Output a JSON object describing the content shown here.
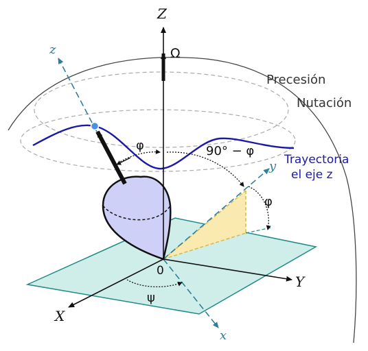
{
  "axes": {
    "Z": "Z",
    "X": "X",
    "Y": "Y",
    "z": "z",
    "x": "x",
    "y": "y"
  },
  "symbols": {
    "omega": "Ω",
    "origin": "0",
    "phi": "φ",
    "phi_side": "φ",
    "complement": "90° − φ",
    "psi": "ψ"
  },
  "labels": {
    "precession": "Precesión",
    "nutation": "Nutación",
    "trajectory_line1": "Trayectoria",
    "trajectory_line2": "el eje z"
  },
  "colors": {
    "trajectory": "#1a1aa6",
    "top_body": "#cfd0f7",
    "plane": "#cfeeea",
    "plane_stroke": "#1f8a86",
    "axis_dashed": "#2f7f9a",
    "triangle": "#fbeab0",
    "triangle_stroke": "#d6b84a",
    "tip_point": "#4d8fe0"
  }
}
